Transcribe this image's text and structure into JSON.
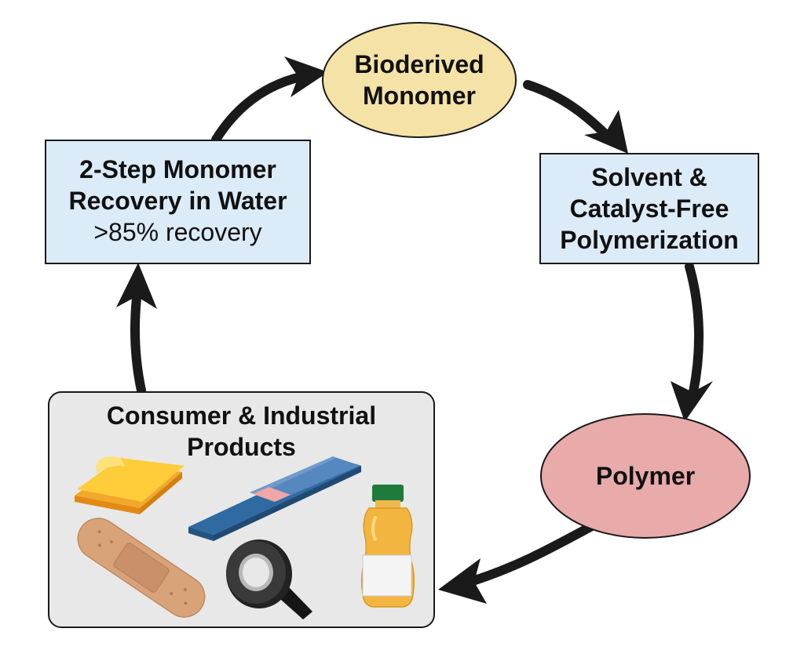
{
  "colors": {
    "ellipse_yellow": "#f5e2a6",
    "ellipse_pink": "#e9aaaa",
    "box_blue": "#dcebf8",
    "products_panel": "#e8e8e8",
    "arrow": "#1a1a1a",
    "outline": "#1a1a1a"
  },
  "nodes": {
    "monomer": {
      "line1": "Bioderived",
      "line2": "Monomer"
    },
    "polymerization": {
      "line1": "Solvent &",
      "line2": "Catalyst-Free",
      "line3": "Polymerization"
    },
    "polymer": {
      "label": "Polymer"
    },
    "products": {
      "line1": "Consumer & Industrial",
      "line2": "Products"
    },
    "recovery": {
      "line1": "2-Step Monomer",
      "line2": "Recovery in Water",
      "line3": ">85% recovery"
    }
  },
  "product_icons": [
    "sticky-notes-icon",
    "glass-slides-icon",
    "bottle-icon",
    "bandage-icon",
    "duct-tape-icon"
  ]
}
